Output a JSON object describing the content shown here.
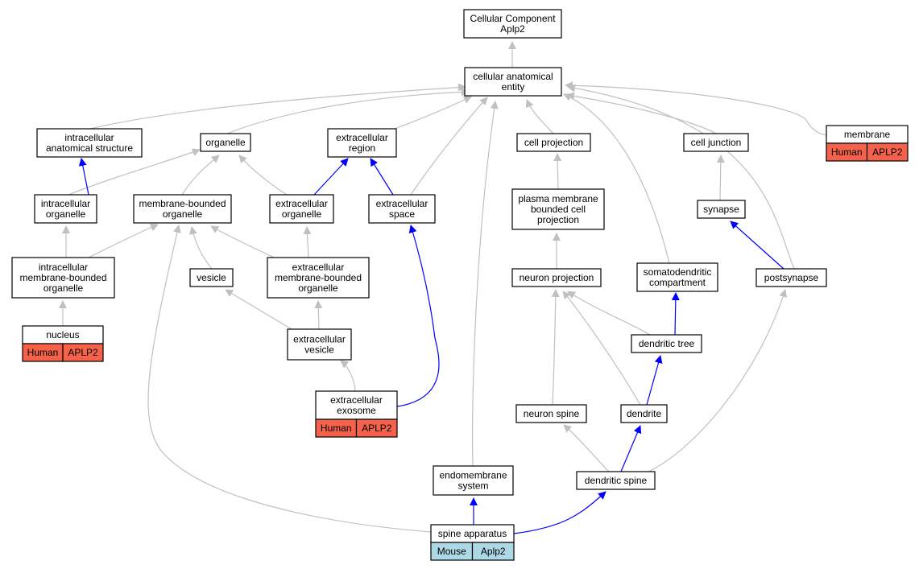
{
  "colors": {
    "gray_edge": "#c0c0c0",
    "blue_edge": "#0000ff",
    "human_badge": "#f5624b",
    "mouse_badge": "#add8e6"
  },
  "nodes": {
    "root": {
      "lines": [
        "Cellular Component",
        "Aplp2"
      ]
    },
    "cae": {
      "lines": [
        "cellular anatomical",
        "entity"
      ]
    },
    "ias": {
      "lines": [
        "intracellular",
        "anatomical structure"
      ]
    },
    "organelle": {
      "lines": [
        "organelle"
      ]
    },
    "ecr": {
      "lines": [
        "extracellular",
        "region"
      ]
    },
    "cellproj": {
      "lines": [
        "cell projection"
      ]
    },
    "celljunc": {
      "lines": [
        "cell junction"
      ]
    },
    "membrane": {
      "lines": [
        "membrane"
      ],
      "badge": [
        "Human",
        "APLP2"
      ]
    },
    "io": {
      "lines": [
        "intracellular",
        "organelle"
      ]
    },
    "mbo": {
      "lines": [
        "membrane-bounded",
        "organelle"
      ]
    },
    "eco": {
      "lines": [
        "extracellular",
        "organelle"
      ]
    },
    "ecs": {
      "lines": [
        "extracellular",
        "space"
      ]
    },
    "pmbcp": {
      "lines": [
        "plasma membrane",
        "bounded cell",
        "projection"
      ]
    },
    "synapse": {
      "lines": [
        "synapse"
      ]
    },
    "imbo": {
      "lines": [
        "intracellular",
        "membrane-bounded",
        "organelle"
      ]
    },
    "vesicle": {
      "lines": [
        "vesicle"
      ]
    },
    "embo": {
      "lines": [
        "extracellular",
        "membrane-bounded",
        "organelle"
      ]
    },
    "np": {
      "lines": [
        "neuron projection"
      ]
    },
    "sdc": {
      "lines": [
        "somatodendritic",
        "compartment"
      ]
    },
    "postsyn": {
      "lines": [
        "postsynapse"
      ]
    },
    "nucleus": {
      "lines": [
        "nucleus"
      ],
      "badge": [
        "Human",
        "APLP2"
      ]
    },
    "ecv": {
      "lines": [
        "extracellular",
        "vesicle"
      ]
    },
    "dtree": {
      "lines": [
        "dendritic tree"
      ]
    },
    "exo": {
      "lines": [
        "extracellular",
        "exosome"
      ],
      "badge": [
        "Human",
        "APLP2"
      ]
    },
    "nspine": {
      "lines": [
        "neuron spine"
      ]
    },
    "dendrite": {
      "lines": [
        "dendrite"
      ]
    },
    "endo": {
      "lines": [
        "endomembrane",
        "system"
      ]
    },
    "dspine": {
      "lines": [
        "dendritic spine"
      ]
    },
    "spapp": {
      "lines": [
        "spine apparatus"
      ],
      "badge": [
        "Mouse",
        "Aplp2"
      ],
      "badge_kind": "mouse"
    }
  }
}
